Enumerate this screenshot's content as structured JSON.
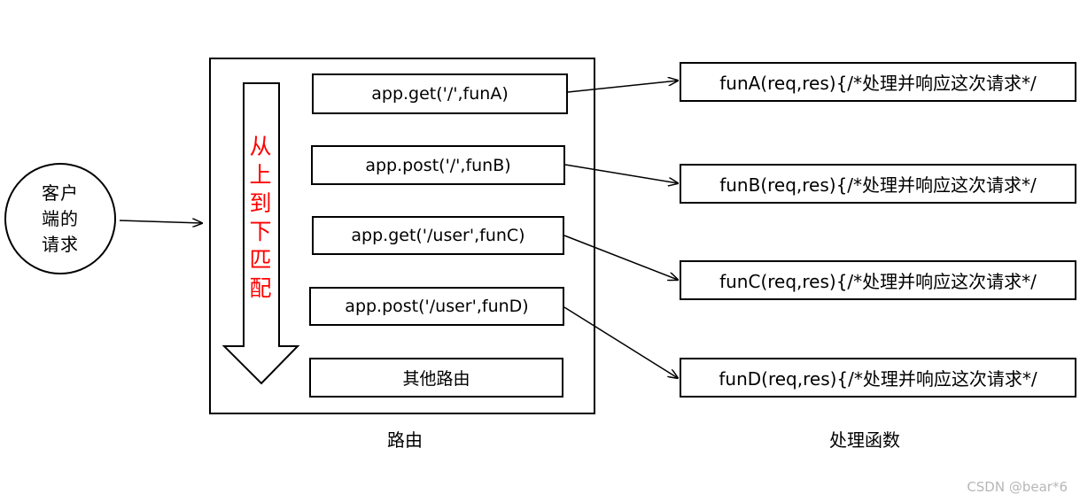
{
  "client": {
    "label": "客户端的请求"
  },
  "match_order_label": "从上到下匹配",
  "routes": [
    {
      "label": "app.get('/',funA)"
    },
    {
      "label": "app.post('/',funB)"
    },
    {
      "label": "app.get('/user',funC)"
    },
    {
      "label": "app.post('/user',funD)"
    },
    {
      "label": "其他路由"
    }
  ],
  "handlers": [
    {
      "label": "funA(req,res){/*处理并响应这次请求*/"
    },
    {
      "label": "funB(req,res){/*处理并响应这次请求*/"
    },
    {
      "label": "funC(req,res){/*处理并响应这次请求*/"
    },
    {
      "label": "funD(req,res){/*处理并响应这次请求*/"
    }
  ],
  "captions": {
    "router": "路由",
    "handlers": "处理函数"
  },
  "watermark": "CSDN @bear*6",
  "colors": {
    "match_order_label": "#ff0000",
    "stroke": "#000000",
    "watermark": "#b7b7b7"
  }
}
